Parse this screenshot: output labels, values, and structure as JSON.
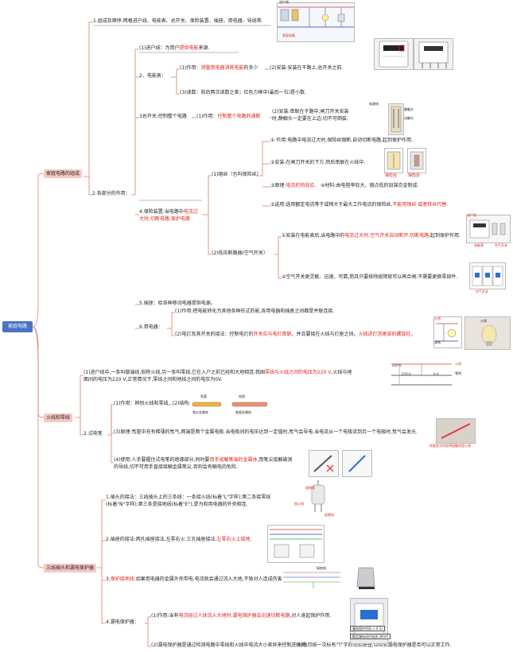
{
  "root": "家庭电路",
  "cats": [
    "家庭电路的组成",
    "火线和零线",
    "三线插头和漏电保护器"
  ],
  "s1": {
    "n1": "1.组成及顺序:两根进户线、电能表、总开关、保险装置、插座、用电器、导线等.",
    "n2a": "(1)进户线：为用户",
    "n2b": "提供电能",
    "n2c": "来源.",
    "n3": "2．电能表：",
    "n4a": "(1)作用：",
    "n4b": "测量用电器消耗电能",
    "n4c": "的多少",
    "n5": "(2)安装:安装在干路上,总开关之前.",
    "n6": "(3)读数：前后两次读数之差；红色方框中(最后一位)是小数.",
    "n7": "3总开关:控制整个电路",
    "n8a": "(1)作用：",
    "n8b": "控制整个电路的通断",
    "n9a": "(2)安装:串联在干路中;闸刀开关安装",
    "n9b": "时,静触头一定要在上边,切不可倒装.",
    "n10": "2.各部分的作用：",
    "n11": "(1)熔丝（也叫保险丝）",
    "n12": "① 作用:电路中电流过大时,保险丝熔断,自动切断电路,起到保护作用.",
    "n13": "②安装:在闸刀开关的下方,然后串联在火线中.",
    "n14a": "③原理:",
    "n14b": "电流的热效应.",
    "n14c": "④材料:由电阻率较大、熔点低的铅锑合金制成.",
    "n15a": "⑤选用:选用额定电流等于或稍大于最大工作电流的保险丝,",
    "n15b": "不能用铜丝 或者铁丝代替.",
    "n16a": "4.保险装置:当电路中",
    "n16b": "电流过",
    "n16c": "大时,切断电路,保护电路",
    "n17": "(2)低压断路器(空气开关）",
    "n18a": "①安装在电能表后,当电路中的",
    "n18b": "电流过大时,空气开关自动断开,切断电路",
    "n18c": ",起到保护作用.",
    "n19": "②空气开关更灵敏、迅速、可靠,而且只要排除故障就可以再合闸,不需要更换零部件.",
    "n20": "5.插座：给各种移动电器提供电源。",
    "n21": "(1)作用:把电能转化为其他各种形式的能,各用电器和插座之间都是并联连接.",
    "n22": "6.用电器：",
    "n23a": "(2)电灯及其开关的接法：控制电灯的",
    "n23b": "开关应与电灯串联",
    "n23c": "，并且要接在火线与灯座之间。",
    "n23d": "火线进灯泡尾部的螺旋柱。"
  },
  "s2": {
    "n1a": "(1)进户线中,一条叫做端线,俗称火线,另一条叫零线,它在入户之前已经和大地相连.我国",
    "n1b": "零线与火线之间的电压为220 V",
    "n1c": ",火线与地",
    "n1d": "面间的电压为220 V,正常情况下,零线之间和地线之间的电压为0V.",
    "n2": "(1)作用：辨别火线和零线",
    "n3": "(2)结构:",
    "n4": "(3)原理:氖管中充有稀薄的氖气,两端是两个金属电极.当电极间的电压达到一定值时,氖气会导电.当电流从一个电极流到另一个电极时,氖气会发光.",
    "n5": "2.试电笔",
    "n6a": "(4)使用:人手要握住试电笔的绝缘部分,同时要",
    "n6b": "用手接触笔端的金属体",
    "n6c": ",用笔尖接触被测",
    "n6d": "的导线,切不可用手直接接触金属笔尖,否则会有触电的危险."
  },
  "s3": {
    "n1a": "1.插头的接法：三线插头上的三条线：一条接火线(标着\"L\"字样);第二条接零线",
    "n1b": "(标着\"N\"字样);第三条是接地线(标着\"E\"),是为和用电器的外壳相连.",
    "n2a": "2.插座的接法:两孔插座接法,左零右火.三孔插座接法,",
    "n2b": "左零右火上接地",
    "n2c": ".",
    "n3a": "3.",
    "n3b": "保护接地线",
    "n3c": ":如果用电器的金属外壳带电,电流就会通过流入大地,不致对人造成伤害.",
    "n4": "4.漏电保护器：",
    "n5a": "(1)作用:当有",
    "n5b": "电流经过人体流入大地时,漏电保护器会迅速切断电路",
    "n5c": ",对人身起保护作用.",
    "n6": "(2)漏电保护器是通过检测电路中零线和火线中电流大小差异来控制开关的.",
    "n7": "(3)每月按一次标有\"T\"字的试验按钮,以检验漏电保护器是否可以正常工作."
  },
  "img": {
    "house": "家庭电路",
    "wire_in": "进户线",
    "meter_label": "电能表",
    "knife_a": "电源线",
    "knife_b": "静触头",
    "knife_c": "动触头",
    "fuse1": "保险丝",
    "fuse2": "保险丝",
    "breaker": "空气开关",
    "firelive": "火线",
    "neutral": "零线",
    "fire2": "火线",
    "v220a": "220 V",
    "v220b": "220 V",
    "zero": "0 V",
    "pen1": "氖管",
    "pen2": "笔尖金属体",
    "pen3": "笔尾金属体",
    "pen4": "电阻",
    "pencaption": "氖管发光时说明接触的是火线",
    "plug1": "接地线",
    "plug2": "接火线",
    "plug3": "接零线",
    "ground": "接地线",
    "rcd1": "漏电保护时间 < 0.1s",
    "rcd2": "额定漏电动作电流 30mA"
  }
}
